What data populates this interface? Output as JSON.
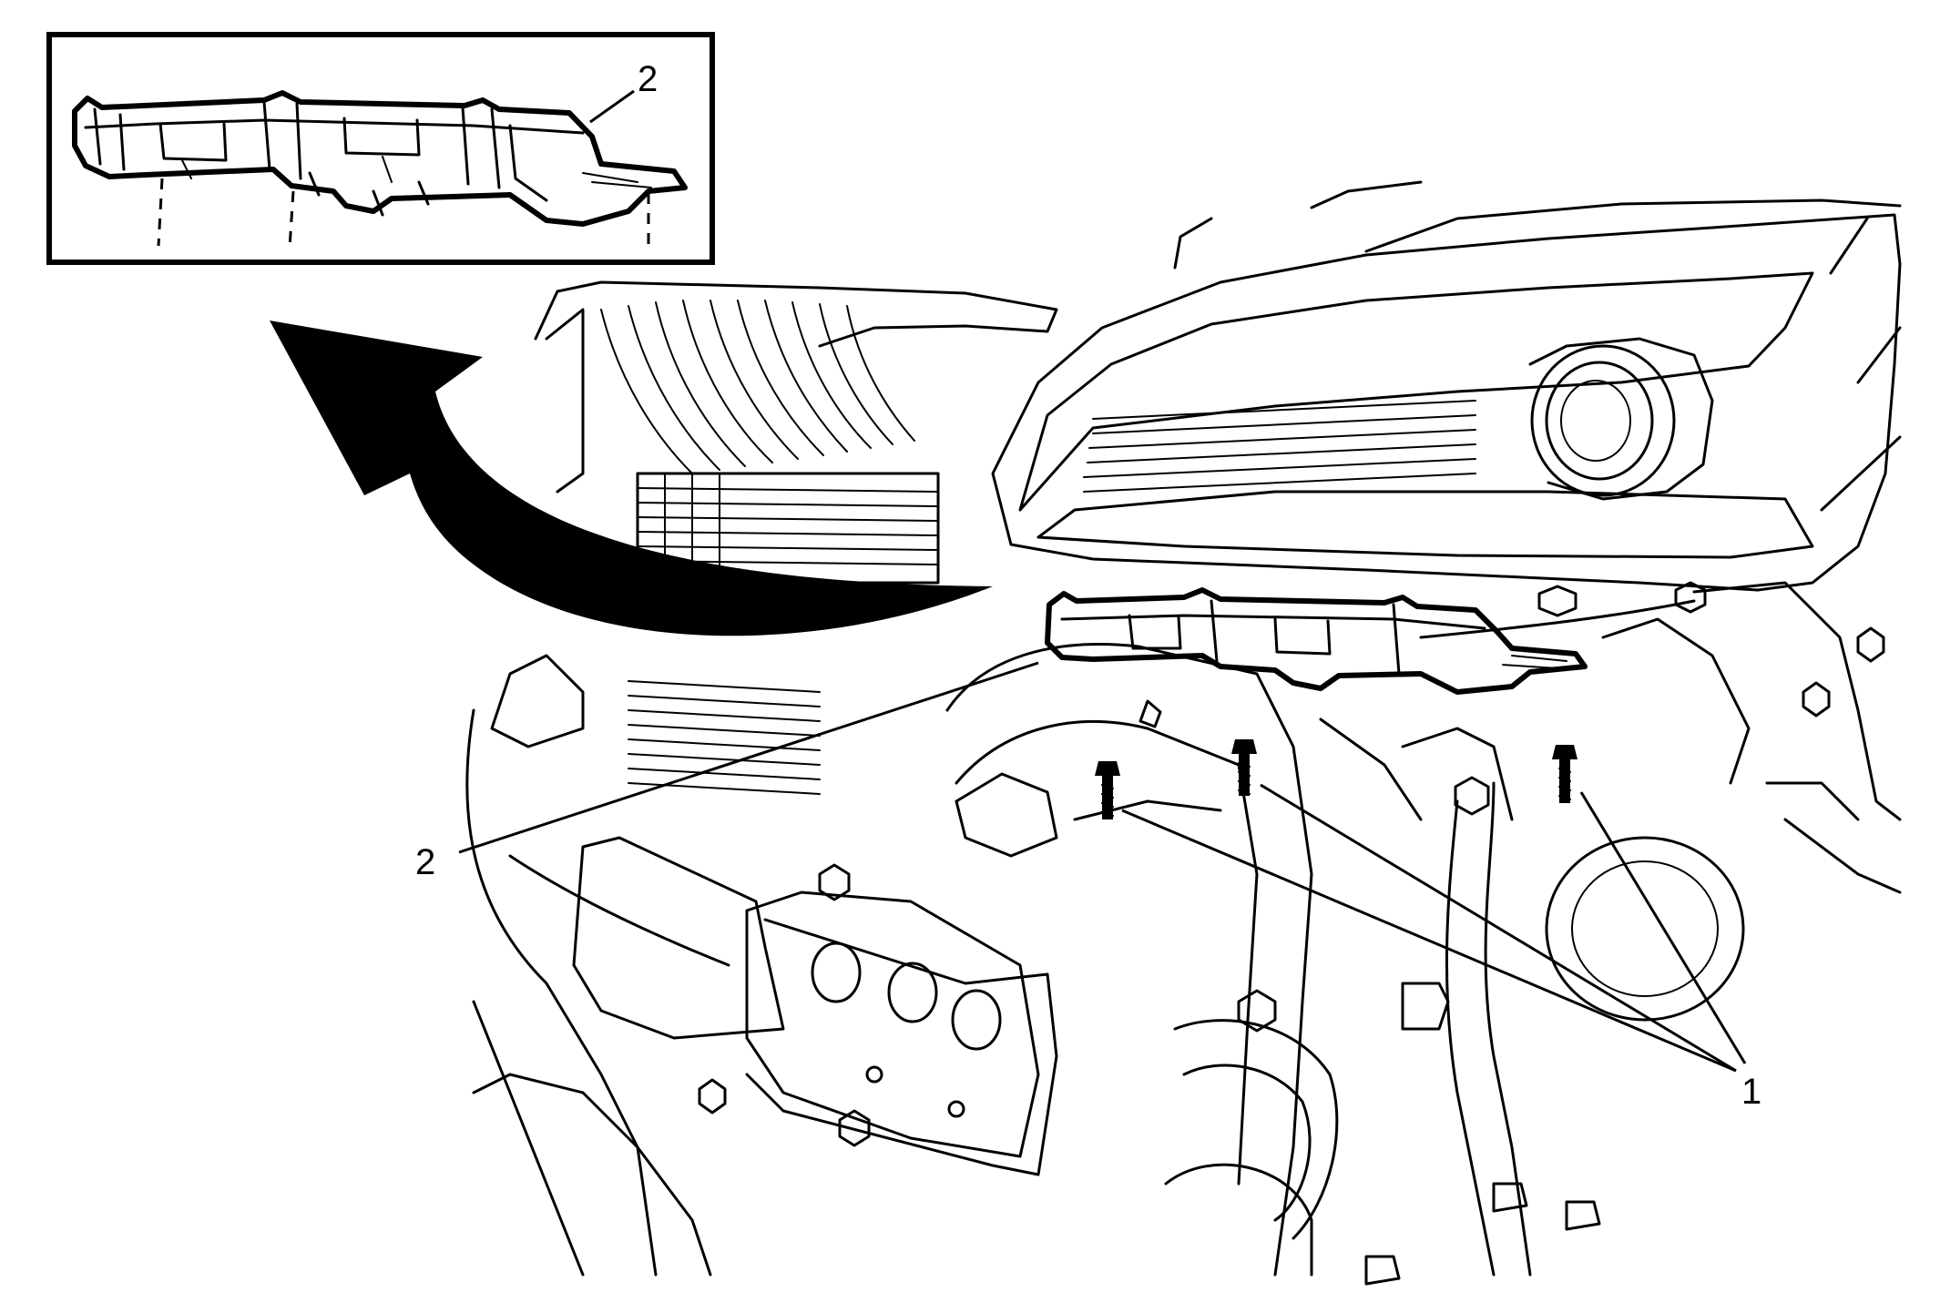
{
  "callouts": {
    "bolts": "1",
    "bracket_main": "2",
    "bracket_inset": "2"
  },
  "colors": {
    "ink": "#000000",
    "paper": "#ffffff"
  },
  "icons": {
    "arrow": "curved-removal-arrow-icon",
    "bolt": "bolt-icon"
  }
}
